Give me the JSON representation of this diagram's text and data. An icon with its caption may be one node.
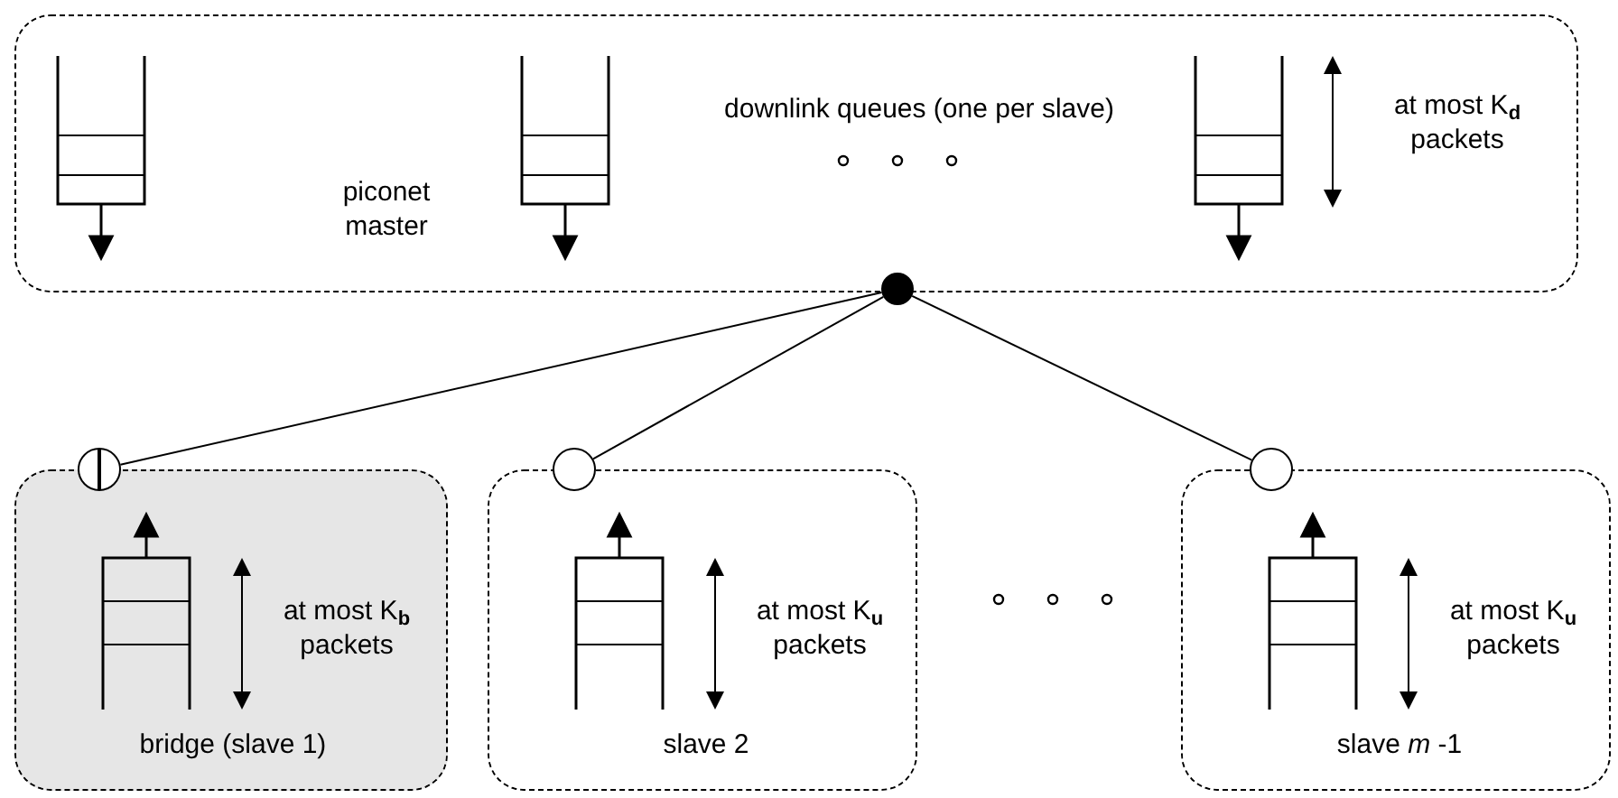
{
  "diagram": {
    "nodes": [
      {
        "text": [
          "downlink queues (one per slave)",
          "at most K$_{d}$ packets",
          "piconet master"
        ]
      },
      {
        "text": [],
        "shape": "circle"
      },
      {
        "text": [
          "at most K$_{b}$ packets",
          "bridge (slave 1)"
        ]
      },
      {
        "text": [],
        "shape": "circle"
      },
      {
        "text": [
          "at most K$_{u}$ packets",
          "slave 2"
        ]
      },
      {
        "text": [],
        "shape": "circle"
      },
      {
        "text": [
          "at most K$_{u}$ packets",
          "slave *m* -1"
        ]
      },
      {
        "text": [],
        "shape": "circle"
      }
    ],
    "edges": [
      {
        "from": 1,
        "to": 3,
        "arrow": "none"
      },
      {
        "from": 1,
        "to": 5,
        "arrow": "none"
      },
      {
        "from": 1,
        "to": 7,
        "arrow": "none"
      }
    ]
  }
}
